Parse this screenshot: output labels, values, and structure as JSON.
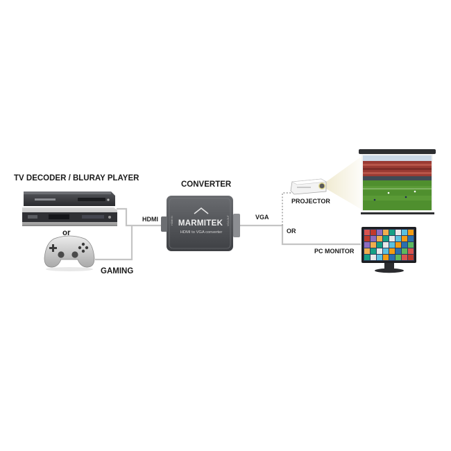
{
  "labels": {
    "source_title": "TV DECODER / BLURAY PLAYER",
    "converter_title": "CONVERTER",
    "or_lower": "or",
    "gaming": "GAMING",
    "hdmi": "HDMI",
    "vga": "VGA",
    "projector": "PROJECTOR",
    "or_upper": "OR",
    "pc_monitor": "PC MONITOR"
  },
  "converter": {
    "brand": "MARMITEK",
    "subtitle": "HDMI to VGA converter",
    "port_left": "HDMI IN",
    "port_right": "VGA OUT"
  },
  "colors": {
    "cable": "#c4c4c4",
    "device_dark": "#3a3c40",
    "converter_body": "#55575b",
    "pitch_green": "#4f8f2e",
    "projector_beam": "#f0ead0"
  },
  "icons": {
    "decoder": "tv-decoder-icon",
    "bluray": "bluray-player-icon",
    "gamepad": "gamepad-icon",
    "converter": "converter-box-icon",
    "projector": "projector-icon",
    "screen": "projection-screen-icon",
    "monitor": "pc-monitor-icon"
  }
}
